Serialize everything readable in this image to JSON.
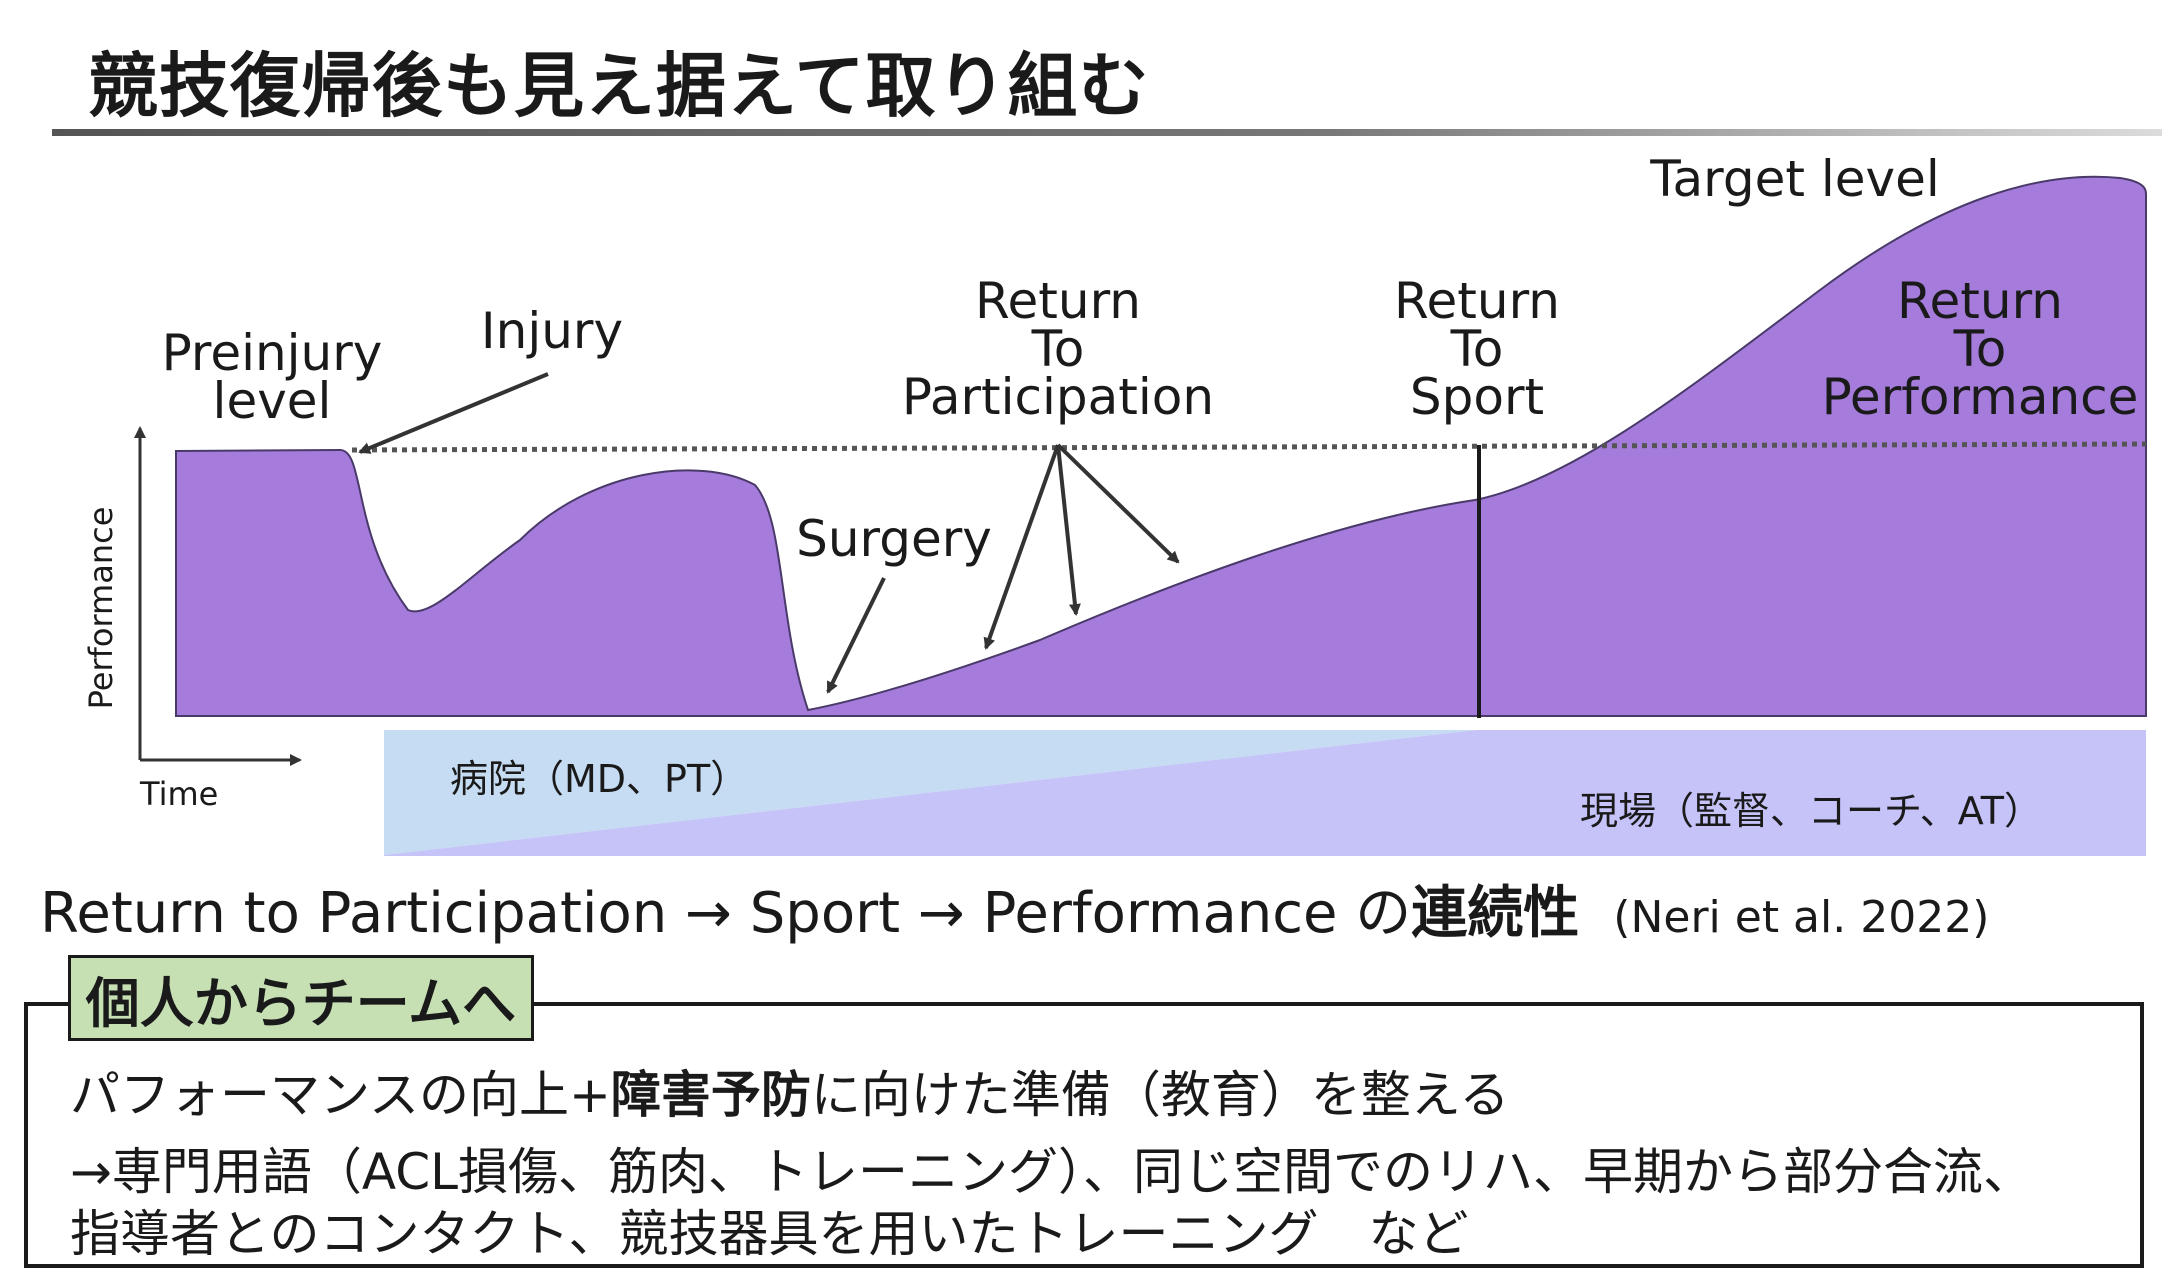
{
  "title": "競技復帰後も見え据えて取り組む",
  "diagram": {
    "y_axis_label": "Performance",
    "x_axis_label": "Time",
    "labels": {
      "preinjury_line1": "Preinjury",
      "preinjury_line2": "level",
      "injury": "Injury",
      "surgery": "Surgery",
      "rtp_line1": "Return",
      "rtp_line2": "To",
      "rtp_line3": "Participation",
      "rts_line1": "Return",
      "rts_line2": "To",
      "rts_line3": "Sport",
      "rtperf_line1": "Return",
      "rtperf_line2": "To",
      "rtperf_line3": "Performance",
      "target_level": "Target level"
    },
    "hospital_band": "病院（MD、PT）",
    "field_band": "現場（監督、コーチ、AT）",
    "colors": {
      "curve_fill": "#a57cdb",
      "hospital": "#c6dcf2",
      "field": "#c5c3f8"
    }
  },
  "flow": {
    "text": "Return to Participation → Sport → Performance の",
    "bold": "連続性",
    "citation": "(Neri et al. 2022)"
  },
  "box": {
    "tag": "個人からチームへ",
    "line1_pre": "パフォーマンスの向上+",
    "line1_bold": "障害予防",
    "line1_post": "に向けた準備（教育）を整える",
    "line2": "→専門用語（ACL損傷、筋肉、トレーニング）、同じ空間でのリハ、早期から部分合流、",
    "line3": "指導者とのコンタクト、競技器具を用いたトレーニング　など"
  }
}
